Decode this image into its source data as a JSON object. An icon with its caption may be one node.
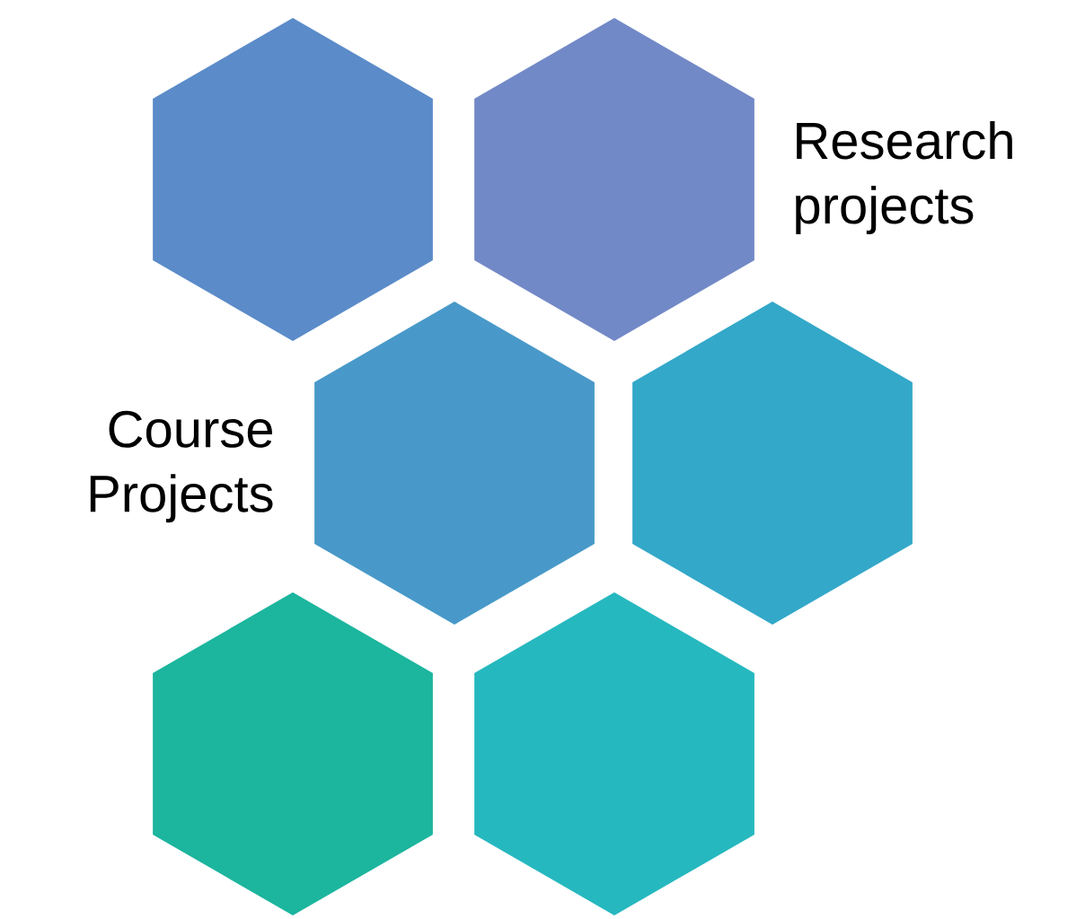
{
  "diagram": {
    "nodes": [
      {
        "text": [],
        "shape": "hexagon"
      },
      {
        "text": [],
        "shape": "hexagon",
        "beside": [
          "Research projects"
        ]
      },
      {
        "text": [],
        "shape": "hexagon",
        "beside": [
          "Course Projects"
        ]
      },
      {
        "text": [],
        "shape": "hexagon"
      },
      {
        "text": [],
        "shape": "hexagon"
      },
      {
        "text": [],
        "shape": "hexagon"
      }
    ]
  }
}
